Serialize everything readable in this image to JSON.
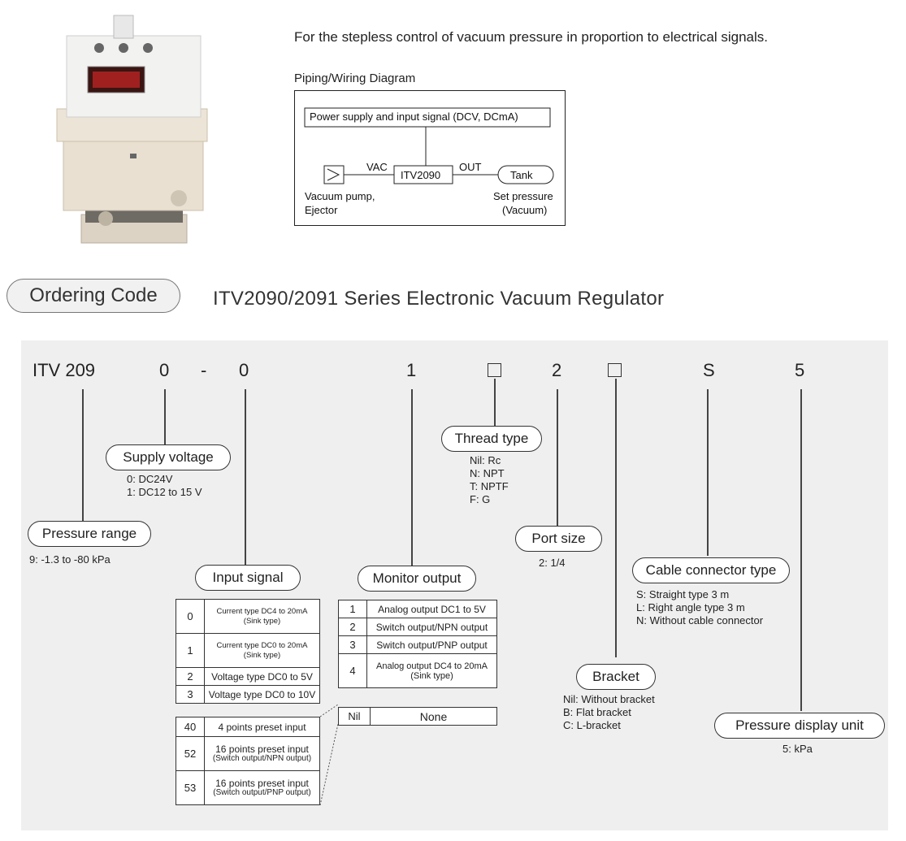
{
  "intro": "For the stepless control of vacuum pressure in proportion to electrical signals.",
  "diagram": {
    "title": "Piping/Wiring Diagram",
    "power_label": "Power supply and input signal (DCV, DCmA)",
    "vac": "VAC",
    "out": "OUT",
    "itv": "ITV2090",
    "tank": "Tank",
    "pump_line1": "Vacuum pump,",
    "pump_line2": "Ejector",
    "set_line1": "Set pressure",
    "set_line2": "(Vacuum)"
  },
  "ordering_code_label": "Ordering Code",
  "series_title": "ITV2090/2091 Series Electronic Vacuum Regulator",
  "code": {
    "prefix": "ITV 209",
    "c1": "0",
    "dash": "-",
    "c2": "0",
    "c3": "1",
    "c5": "2",
    "c7": "S",
    "c8": "5"
  },
  "supply_voltage": {
    "label": "Supply voltage",
    "opt1": "0: DC24V",
    "opt2": "1: DC12 to 15 V"
  },
  "pressure_range": {
    "label": "Pressure range",
    "opt1": "9: -1.3 to -80 kPa"
  },
  "thread_type": {
    "label": "Thread  type",
    "opt1": "Nil: Rc",
    "opt2": "N: NPT",
    "opt3": "T: NPTF",
    "opt4": "F: G"
  },
  "port_size": {
    "label": "Port size",
    "opt1": "2: 1/4"
  },
  "cable_connector": {
    "label": "Cable connector type",
    "opt1": "S: Straight type 3 m",
    "opt2": "L: Right angle type 3 m",
    "opt3": "N: Without cable connector"
  },
  "bracket": {
    "label": "Bracket",
    "opt1": "Nil: Without bracket",
    "opt2": "B: Flat bracket",
    "opt3": "C: L-bracket"
  },
  "pressure_display": {
    "label": "Pressure display unit",
    "opt1": "5: kPa"
  },
  "input_signal": {
    "label": "Input signal",
    "rows": [
      {
        "code": "0",
        "l1": "Current type DC4 to 20mA",
        "l2": "(Sink type)"
      },
      {
        "code": "1",
        "l1": "Current type DC0 to 20mA",
        "l2": "(Sink type)"
      },
      {
        "code": "2",
        "l1": "Voltage type DC0 to 5V"
      },
      {
        "code": "3",
        "l1": "Voltage type DC0 to 10V"
      }
    ],
    "preset_rows": [
      {
        "code": "40",
        "l1": "4 points preset input"
      },
      {
        "code": "52",
        "l1": "16 points preset input",
        "l2": "(Switch output/NPN output)"
      },
      {
        "code": "53",
        "l1": "16 points preset input",
        "l2": "(Switch output/PNP output)"
      }
    ]
  },
  "monitor_output": {
    "label": "Monitor output",
    "rows": [
      {
        "code": "1",
        "l1": "Analog output DC1 to 5V"
      },
      {
        "code": "2",
        "l1": "Switch output/NPN output"
      },
      {
        "code": "3",
        "l1": "Switch output/PNP output"
      },
      {
        "code": "4",
        "l1": "Analog output DC4 to 20mA",
        "l2": "(Sink type)"
      }
    ],
    "nil_row": {
      "code": "Nil",
      "l1": "None"
    }
  }
}
